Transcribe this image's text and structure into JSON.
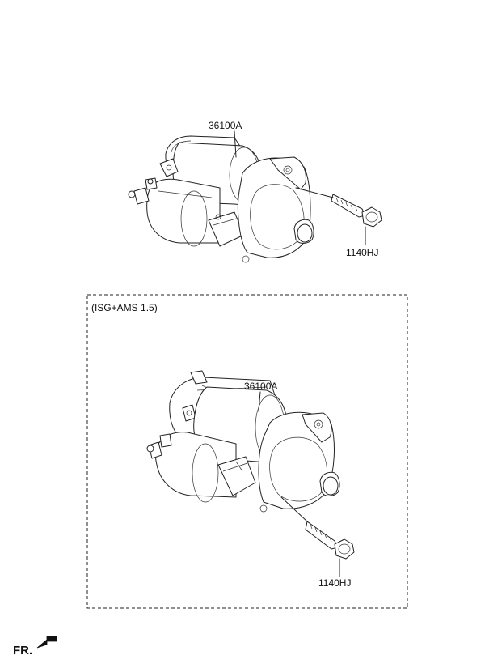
{
  "diagram": {
    "upper_assembly": {
      "starter_part_no": "36100A",
      "bolt_part_no": "1140HJ"
    },
    "variant_box": {
      "caption": "(ISG+AMS 1.5)",
      "starter_part_no": "36100A",
      "bolt_part_no": "1140HJ"
    },
    "orientation": {
      "label": "FR."
    }
  }
}
